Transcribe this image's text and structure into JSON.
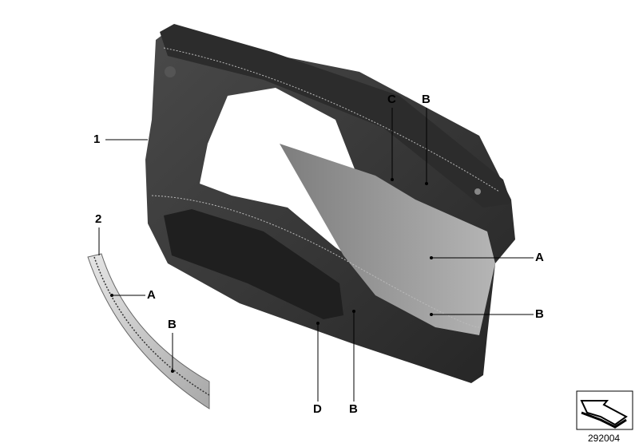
{
  "labels": {
    "part1": "1",
    "part2": "2",
    "c_top": "C",
    "b_top": "B",
    "a_right": "A",
    "b_right": "B",
    "d_bottom": "D",
    "b_bottom": "B",
    "a_trim": "A",
    "b_trim": "B"
  },
  "diagram_number": "292004",
  "icons": {
    "orientation": "arrow-direction-icon"
  },
  "colors": {
    "leather_dark": "#3a3a3a",
    "leather_light": "#9a9a9a",
    "trim": "#c8c8c8"
  }
}
